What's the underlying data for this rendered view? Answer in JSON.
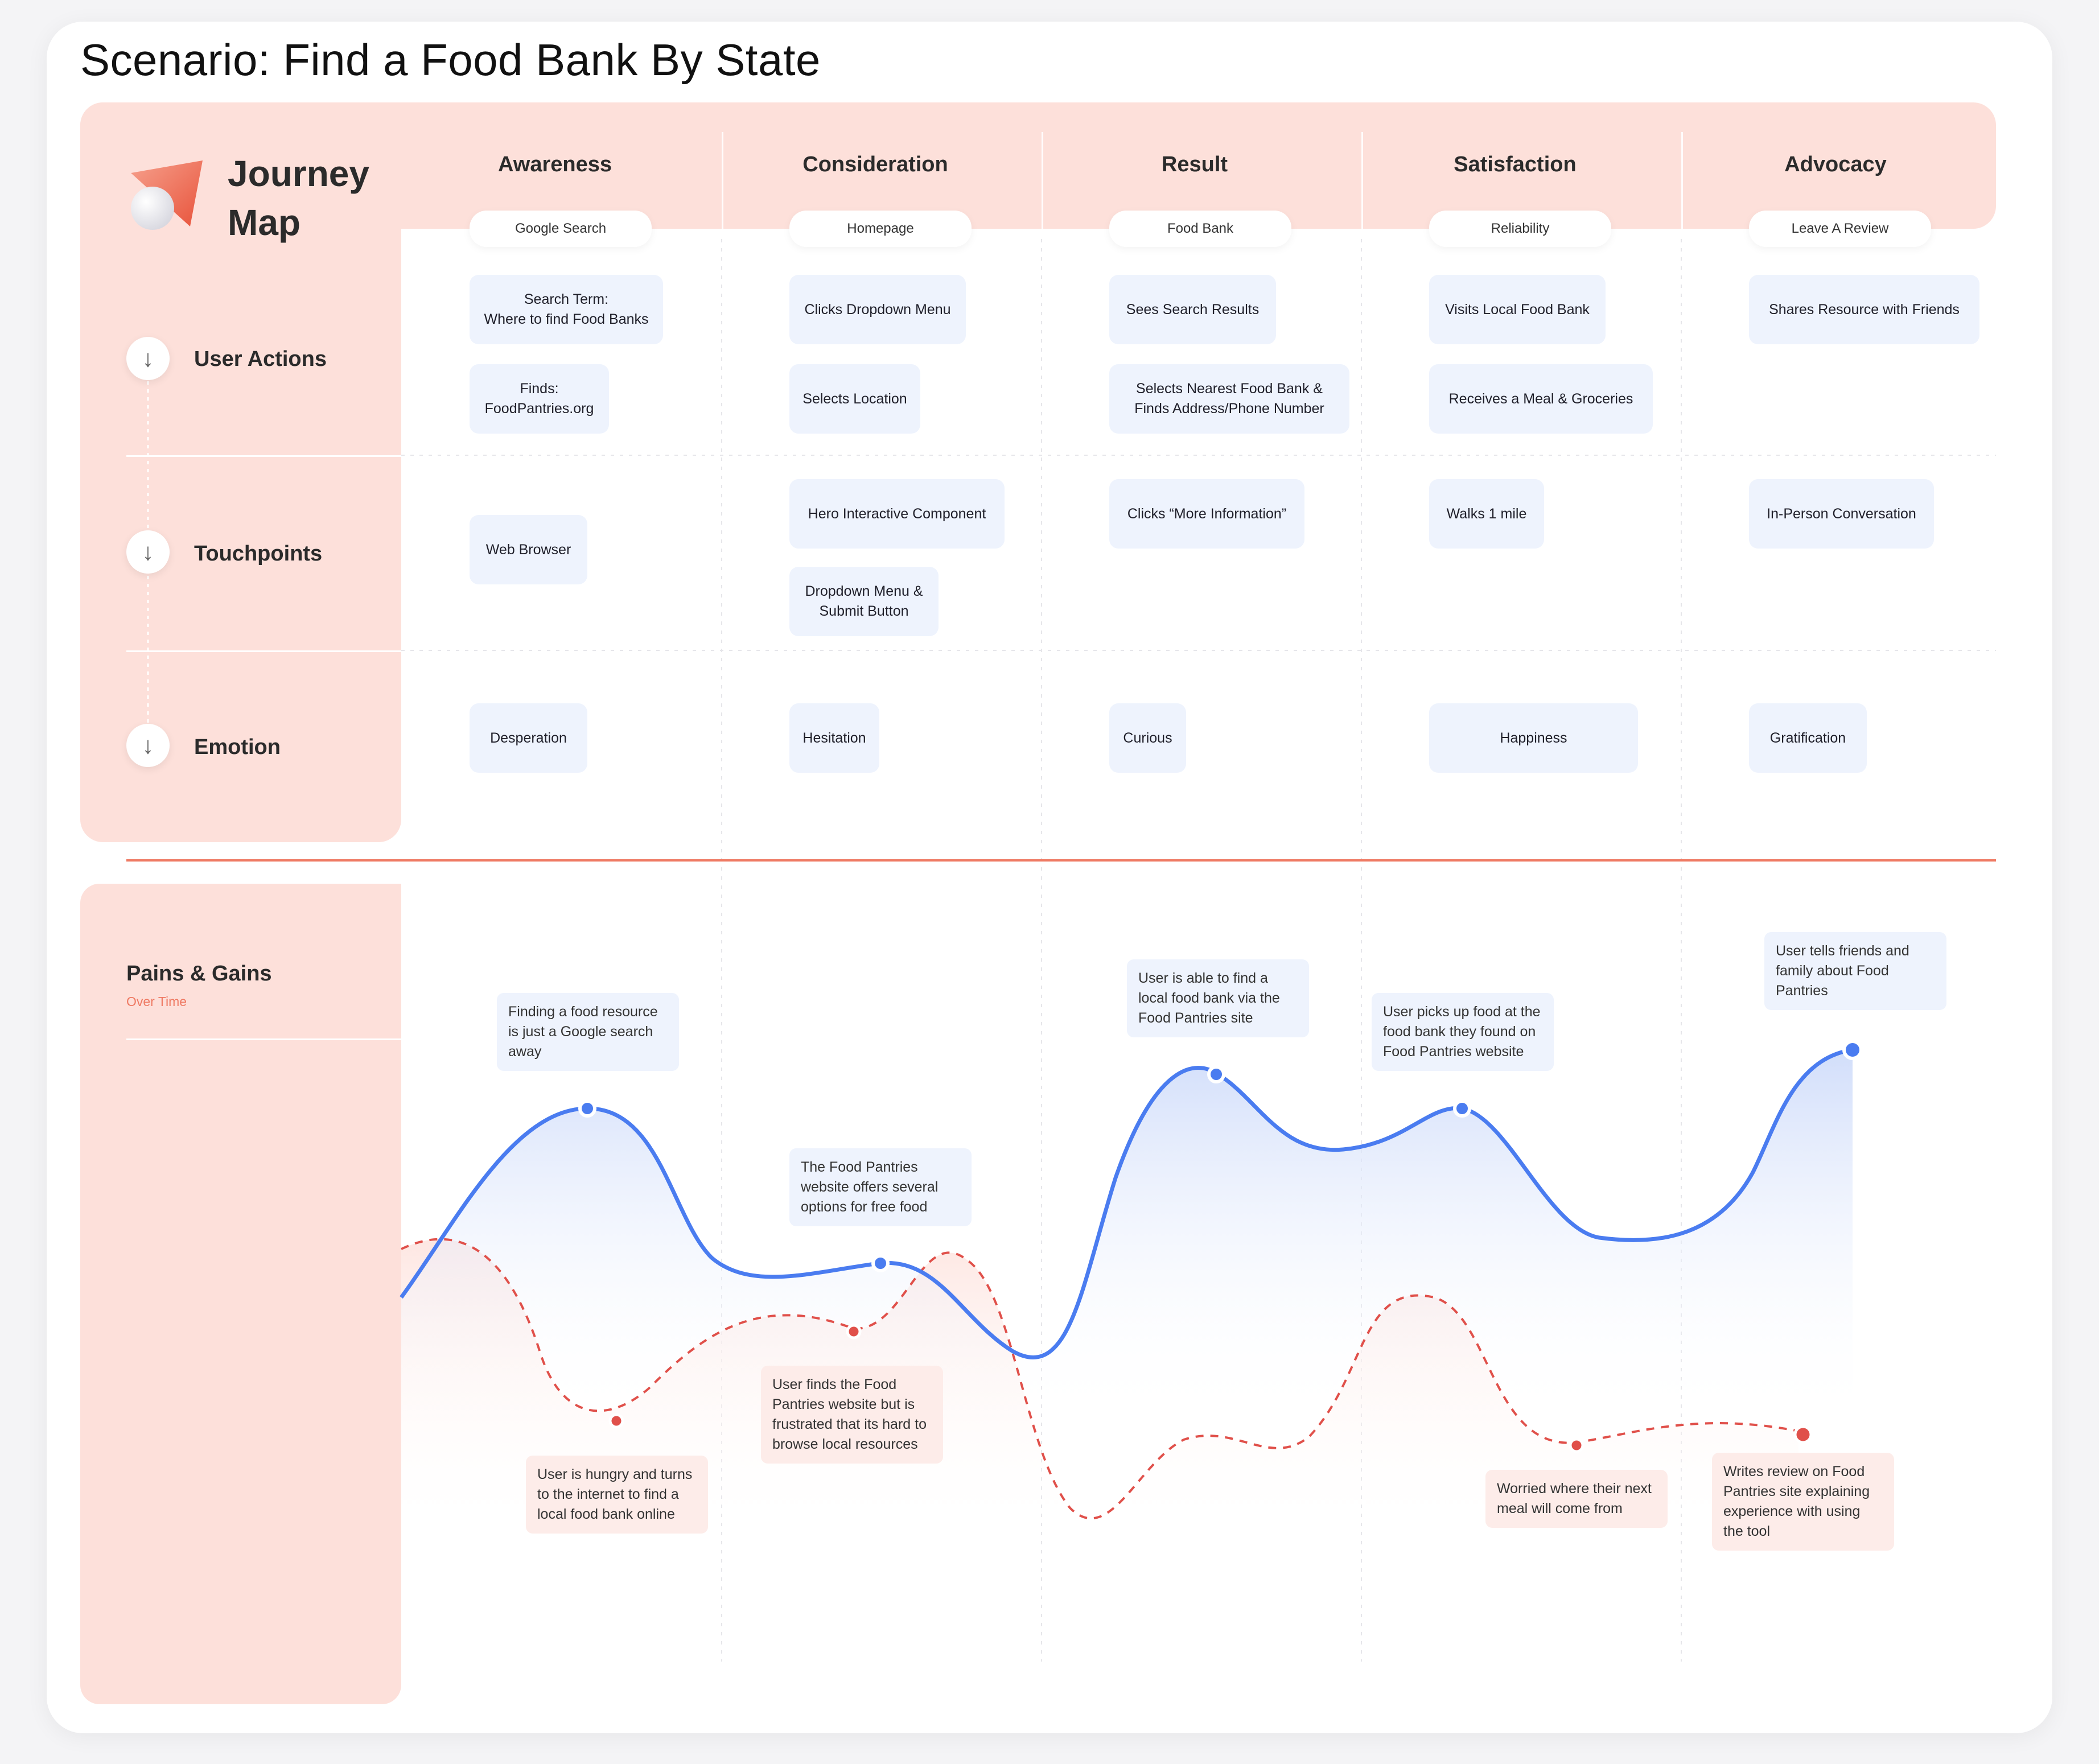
{
  "title": "Scenario: Find a Food Bank By State",
  "logo": {
    "line1": "Journey",
    "line2": "Map"
  },
  "stages": [
    {
      "name": "Awareness",
      "pill": "Google Search"
    },
    {
      "name": "Consideration",
      "pill": "Homepage"
    },
    {
      "name": "Result",
      "pill": "Food Bank"
    },
    {
      "name": "Satisfaction",
      "pill": "Reliability"
    },
    {
      "name": "Advocacy",
      "pill": "Leave A Review"
    }
  ],
  "rows": {
    "user_actions": "User Actions",
    "touchpoints": "Touchpoints",
    "emotion": "Emotion"
  },
  "row_icon": "down-arrow-icon",
  "user_actions": {
    "awareness_1": "Search Term:\nWhere to find Food Banks",
    "awareness_2": "Finds:\nFoodPantries.org",
    "consideration_1": "Clicks Dropdown Menu",
    "consideration_2": "Selects Location",
    "result_1": "Sees Search Results",
    "result_2": "Selects Nearest Food Bank &\nFinds Address/Phone Number",
    "satisfaction_1": "Visits Local Food Bank",
    "satisfaction_2": "Receives a Meal & Groceries",
    "advocacy_1": "Shares Resource with Friends"
  },
  "touchpoints": {
    "awareness_1": "Web Browser",
    "consideration_1": "Hero Interactive Component",
    "consideration_2": "Dropdown Menu &\nSubmit Button",
    "result_1": "Clicks “More Information”",
    "satisfaction_1": "Walks 1 mile",
    "advocacy_1": "In-Person Conversation"
  },
  "emotion": {
    "awareness": "Desperation",
    "consideration": "Hesitation",
    "result": "Curious",
    "satisfaction": "Happiness",
    "advocacy": "Gratification"
  },
  "pains_gains": {
    "title": "Pains & Gains",
    "subtitle": "Over Time"
  },
  "gains": {
    "g1": "Finding a food resource is just a Google search away",
    "g2": "The Food Pantries website offers several options for free food",
    "g3": "User is able to find a local food bank via the Food Pantries site",
    "g4": "User picks up food at the food bank they found on Food Pantries website",
    "g5": "User tells friends and family about Food Pantries"
  },
  "pains": {
    "p1": "User is hungry and turns to the internet to find a local food bank online",
    "p2": "User finds the Food Pantries website but is frustrated that its hard to browse local resources",
    "p3": "Worried where their next meal will come from",
    "p4": "Writes review on Food Pantries site explaining experience with using the tool"
  },
  "colors": {
    "accent": "#ef7a63",
    "panel_pink": "#fde0da",
    "gain_line": "#4a7cf0",
    "pain_line": "#e0504a",
    "box_blue": "#eef3fd"
  }
}
